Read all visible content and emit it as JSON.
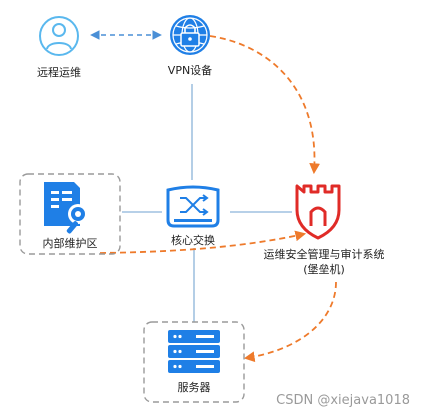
{
  "nodes": {
    "remote_ops": {
      "label": "远程运维",
      "icon": "person-icon"
    },
    "vpn": {
      "label": "VPN设备",
      "icon": "vpn-lock-globe-icon"
    },
    "internal_zone": {
      "label": "内部维护区",
      "icon": "document-wrench-icon"
    },
    "core_switch": {
      "label": "核心交换",
      "icon": "network-switch-icon"
    },
    "bastion": {
      "label_line1": "运维安全管理与审计系统",
      "label_line2": "(堡垒机)",
      "icon": "castle-tower-icon"
    },
    "servers": {
      "label": "服务器",
      "icon": "server-rack-icon"
    }
  },
  "watermark": "CSDN @xiejava1018",
  "colors": {
    "blue": "#1f7fe6",
    "light_blue": "#5ab8ee",
    "red": "#e02b27",
    "orange": "#ee7a2b",
    "line": "#8cb3d9",
    "dashed_box": "#9a9a9a"
  }
}
